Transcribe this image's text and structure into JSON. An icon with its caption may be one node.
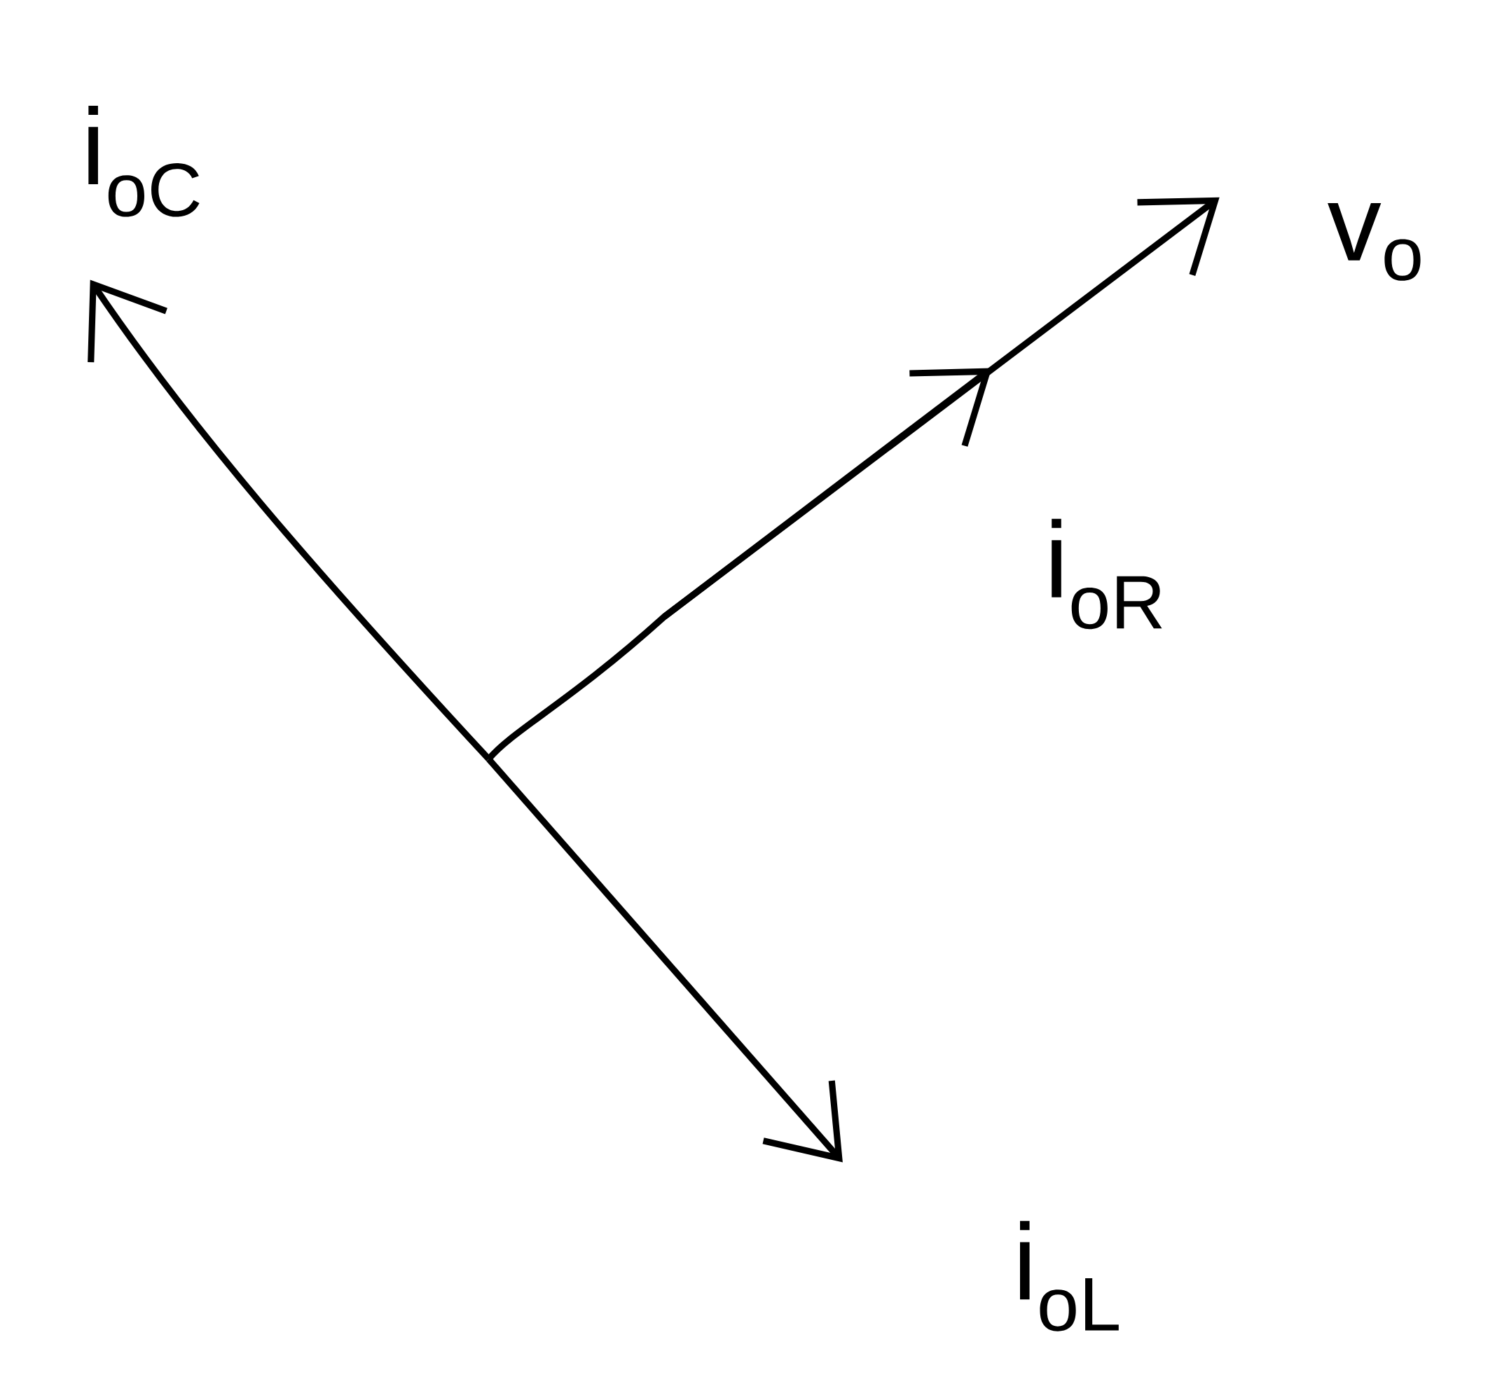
{
  "diagram": {
    "labels": [
      "i$_{oC}$",
      "v$_{o}$",
      "i$_{oR}$",
      "i$_{oL}$"
    ]
  }
}
